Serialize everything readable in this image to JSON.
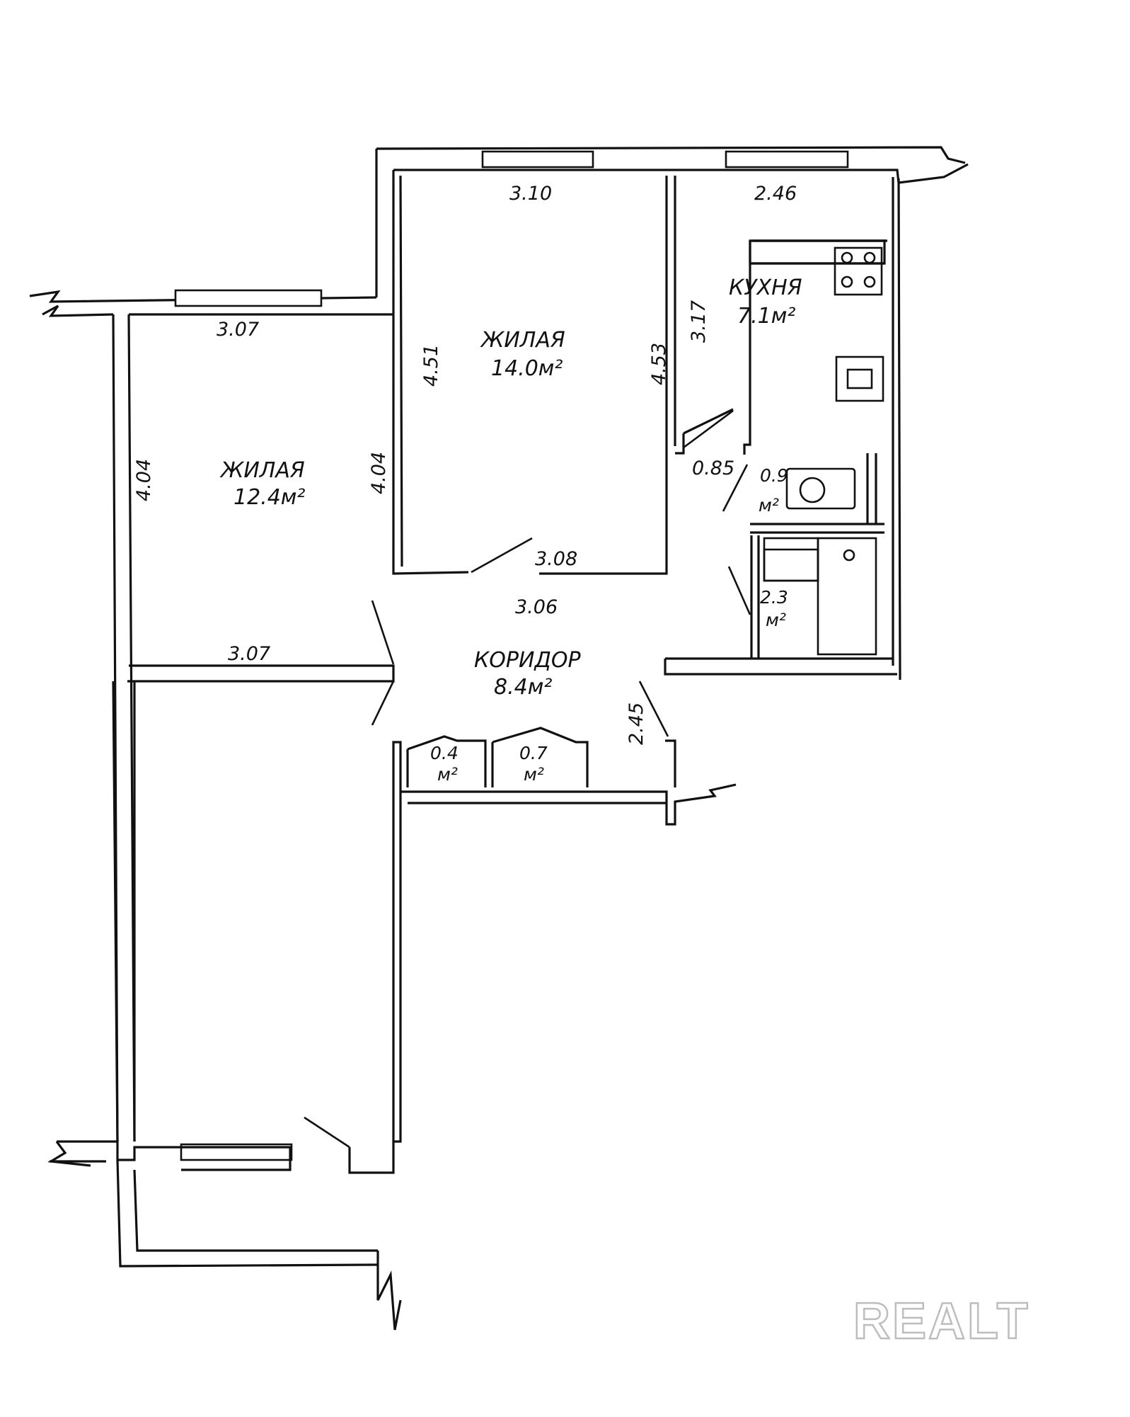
{
  "rooms": {
    "bedroom_left": {
      "name": "ЖИЛАЯ",
      "area": "12.4м²"
    },
    "bedroom_center": {
      "name": "ЖИЛАЯ",
      "area": "14.0м²"
    },
    "kitchen": {
      "name": "КУХНЯ",
      "area": "7.1м²"
    },
    "corridor": {
      "name": "КОРИДОР",
      "area": "8.4м²"
    },
    "toilet": {
      "area_value": "0.9",
      "area_unit": "м²"
    },
    "bathroom": {
      "area_value": "2.3",
      "area_unit": "м²"
    },
    "closet_small": {
      "area_value": "0.4",
      "area_unit": "м²"
    },
    "closet_large": {
      "area_value": "0.7",
      "area_unit": "м²"
    }
  },
  "dimensions": {
    "left_top": "3.07",
    "left_bottom": "3.07",
    "left_side_left": "4.04",
    "left_side_right": "4.04",
    "center_top": "3.10",
    "center_bottom": "3.08",
    "center_side_left": "4.51",
    "center_side_right": "4.53",
    "kitchen_top": "2.46",
    "kitchen_side": "3.17",
    "corridor_width": "3.06",
    "corridor_side": "2.45",
    "toilet_width": "0.85"
  },
  "watermark": "REALT"
}
